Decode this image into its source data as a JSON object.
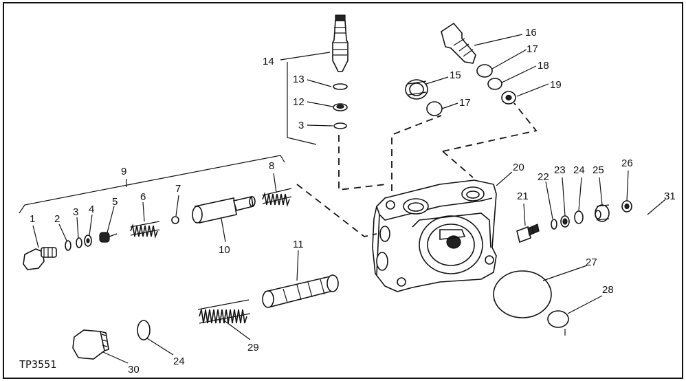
{
  "figure_code": "TP3551",
  "labels": {
    "n1": "1",
    "n2": "2",
    "n3a": "3",
    "n4": "4",
    "n5": "5",
    "n6": "6",
    "n7": "7",
    "n8": "8",
    "n9": "9",
    "n10": "10",
    "n11": "11",
    "n12": "12",
    "n3b": "3",
    "n13": "13",
    "n14": "14",
    "n15": "15",
    "n16": "16",
    "n17a": "17",
    "n17b": "17",
    "n18": "18",
    "n19": "19",
    "n20": "20",
    "n21": "21",
    "n22": "22",
    "n23": "23",
    "n24a": "24",
    "n24b": "24",
    "n25": "25",
    "n26": "26",
    "n27": "27",
    "n28": "28",
    "n29": "29",
    "n30": "30",
    "n31": "31"
  }
}
